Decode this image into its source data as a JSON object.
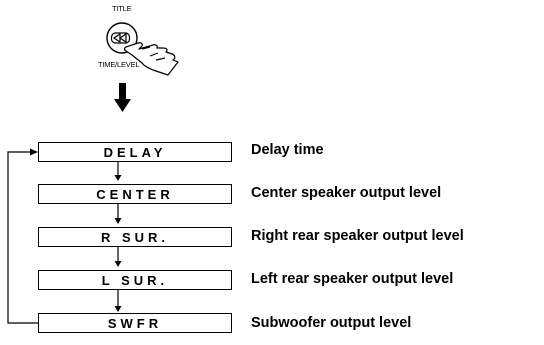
{
  "button": {
    "top_label": "TITLE",
    "bottom_label": "TIME/LEVEL",
    "icon": "rewind-icon"
  },
  "modes": [
    {
      "label": "DELAY",
      "description": "Delay time"
    },
    {
      "label": "CENTER",
      "description": "Center speaker output level"
    },
    {
      "label": "R SUR.",
      "description": "Right rear speaker output level"
    },
    {
      "label": "L SUR.",
      "description": "Left rear speaker output level"
    },
    {
      "label": "SWFR",
      "description": "Subwoofer output level"
    }
  ]
}
